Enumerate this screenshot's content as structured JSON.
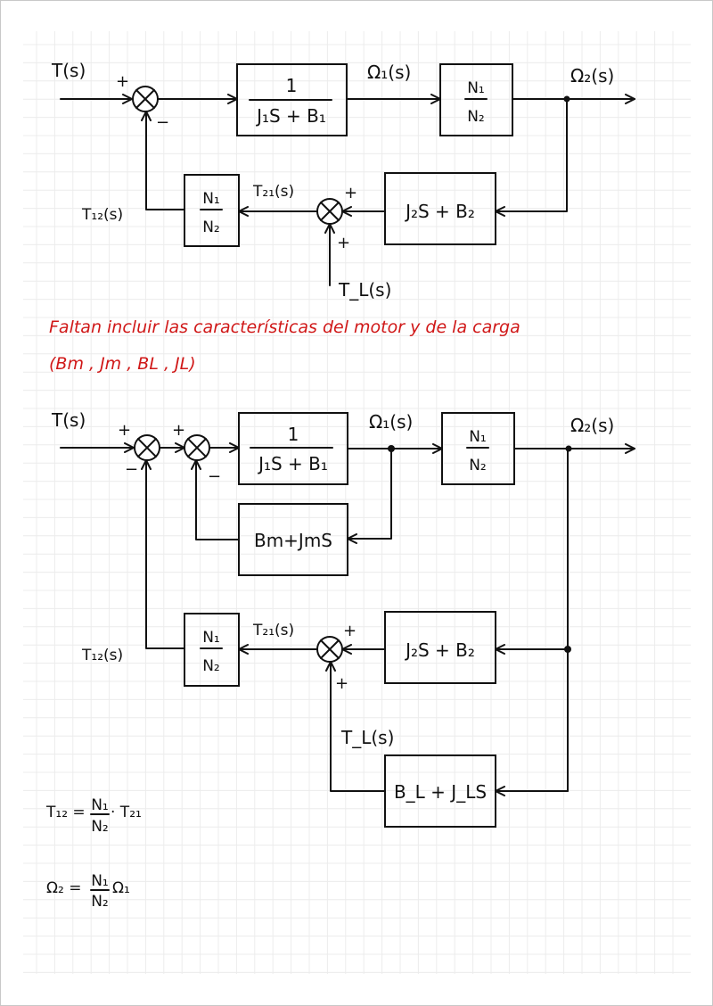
{
  "colors": {
    "ink": "#111111",
    "annotation": "#d01818",
    "grid": "#ececec",
    "border": "#c8c8c8"
  },
  "diagram1": {
    "input_label": "T(s)",
    "sum1_signs": {
      "input": "+",
      "feedback": "−"
    },
    "block_plant": {
      "numerator": "1",
      "denominator": "J₁S + B₁"
    },
    "omega1_label": "Ω₁(s)",
    "block_gear": {
      "numerator": "N₁",
      "denominator": "N₂"
    },
    "omega2_label": "Ω₂(s)",
    "block_load": {
      "text": "J₂S + B₂"
    },
    "sum2_signs": {
      "from_load": "+",
      "from_disturbance": "+"
    },
    "t21_label": "T₂₁(s)",
    "block_gear_fb": {
      "numerator": "N₁",
      "denominator": "N₂"
    },
    "t12_label": "T₁₂(s)",
    "tl_label": "T_L(s)"
  },
  "annotation": {
    "line1": "Faltan incluir las características del motor y de la carga",
    "line2": "(Bm , Jm , BL , JL)"
  },
  "diagram2": {
    "input_label": "T(s)",
    "sum1_signs": {
      "input": "+",
      "feedback": "−"
    },
    "sum2_signs": {
      "input": "+",
      "feedback": "−"
    },
    "block_plant": {
      "numerator": "1",
      "denominator": "J₁S + B₁"
    },
    "omega1_label": "Ω₁(s)",
    "block_motor": {
      "text": "Bm+JmS"
    },
    "block_gear": {
      "numerator": "N₁",
      "denominator": "N₂"
    },
    "omega2_label": "Ω₂(s)",
    "block_load": {
      "text": "J₂S + B₂"
    },
    "sum3_signs": {
      "from_load": "+",
      "from_disturbance": "+"
    },
    "t21_label": "T₂₁(s)",
    "block_gear_fb": {
      "numerator": "N₁",
      "denominator": "N₂"
    },
    "t12_label": "T₁₂(s)",
    "tl_label": "T_L(s)",
    "block_load_char": {
      "text": "B_L + J_LS"
    }
  },
  "equations": {
    "eq1": {
      "lhs": "T₁₂ =",
      "num": "N₁",
      "den": "N₂",
      "rhs": "· T₂₁"
    },
    "eq2": {
      "lhs": "Ω₂ =",
      "num": "N₁",
      "den": "N₂",
      "rhs": "Ω₁"
    }
  }
}
